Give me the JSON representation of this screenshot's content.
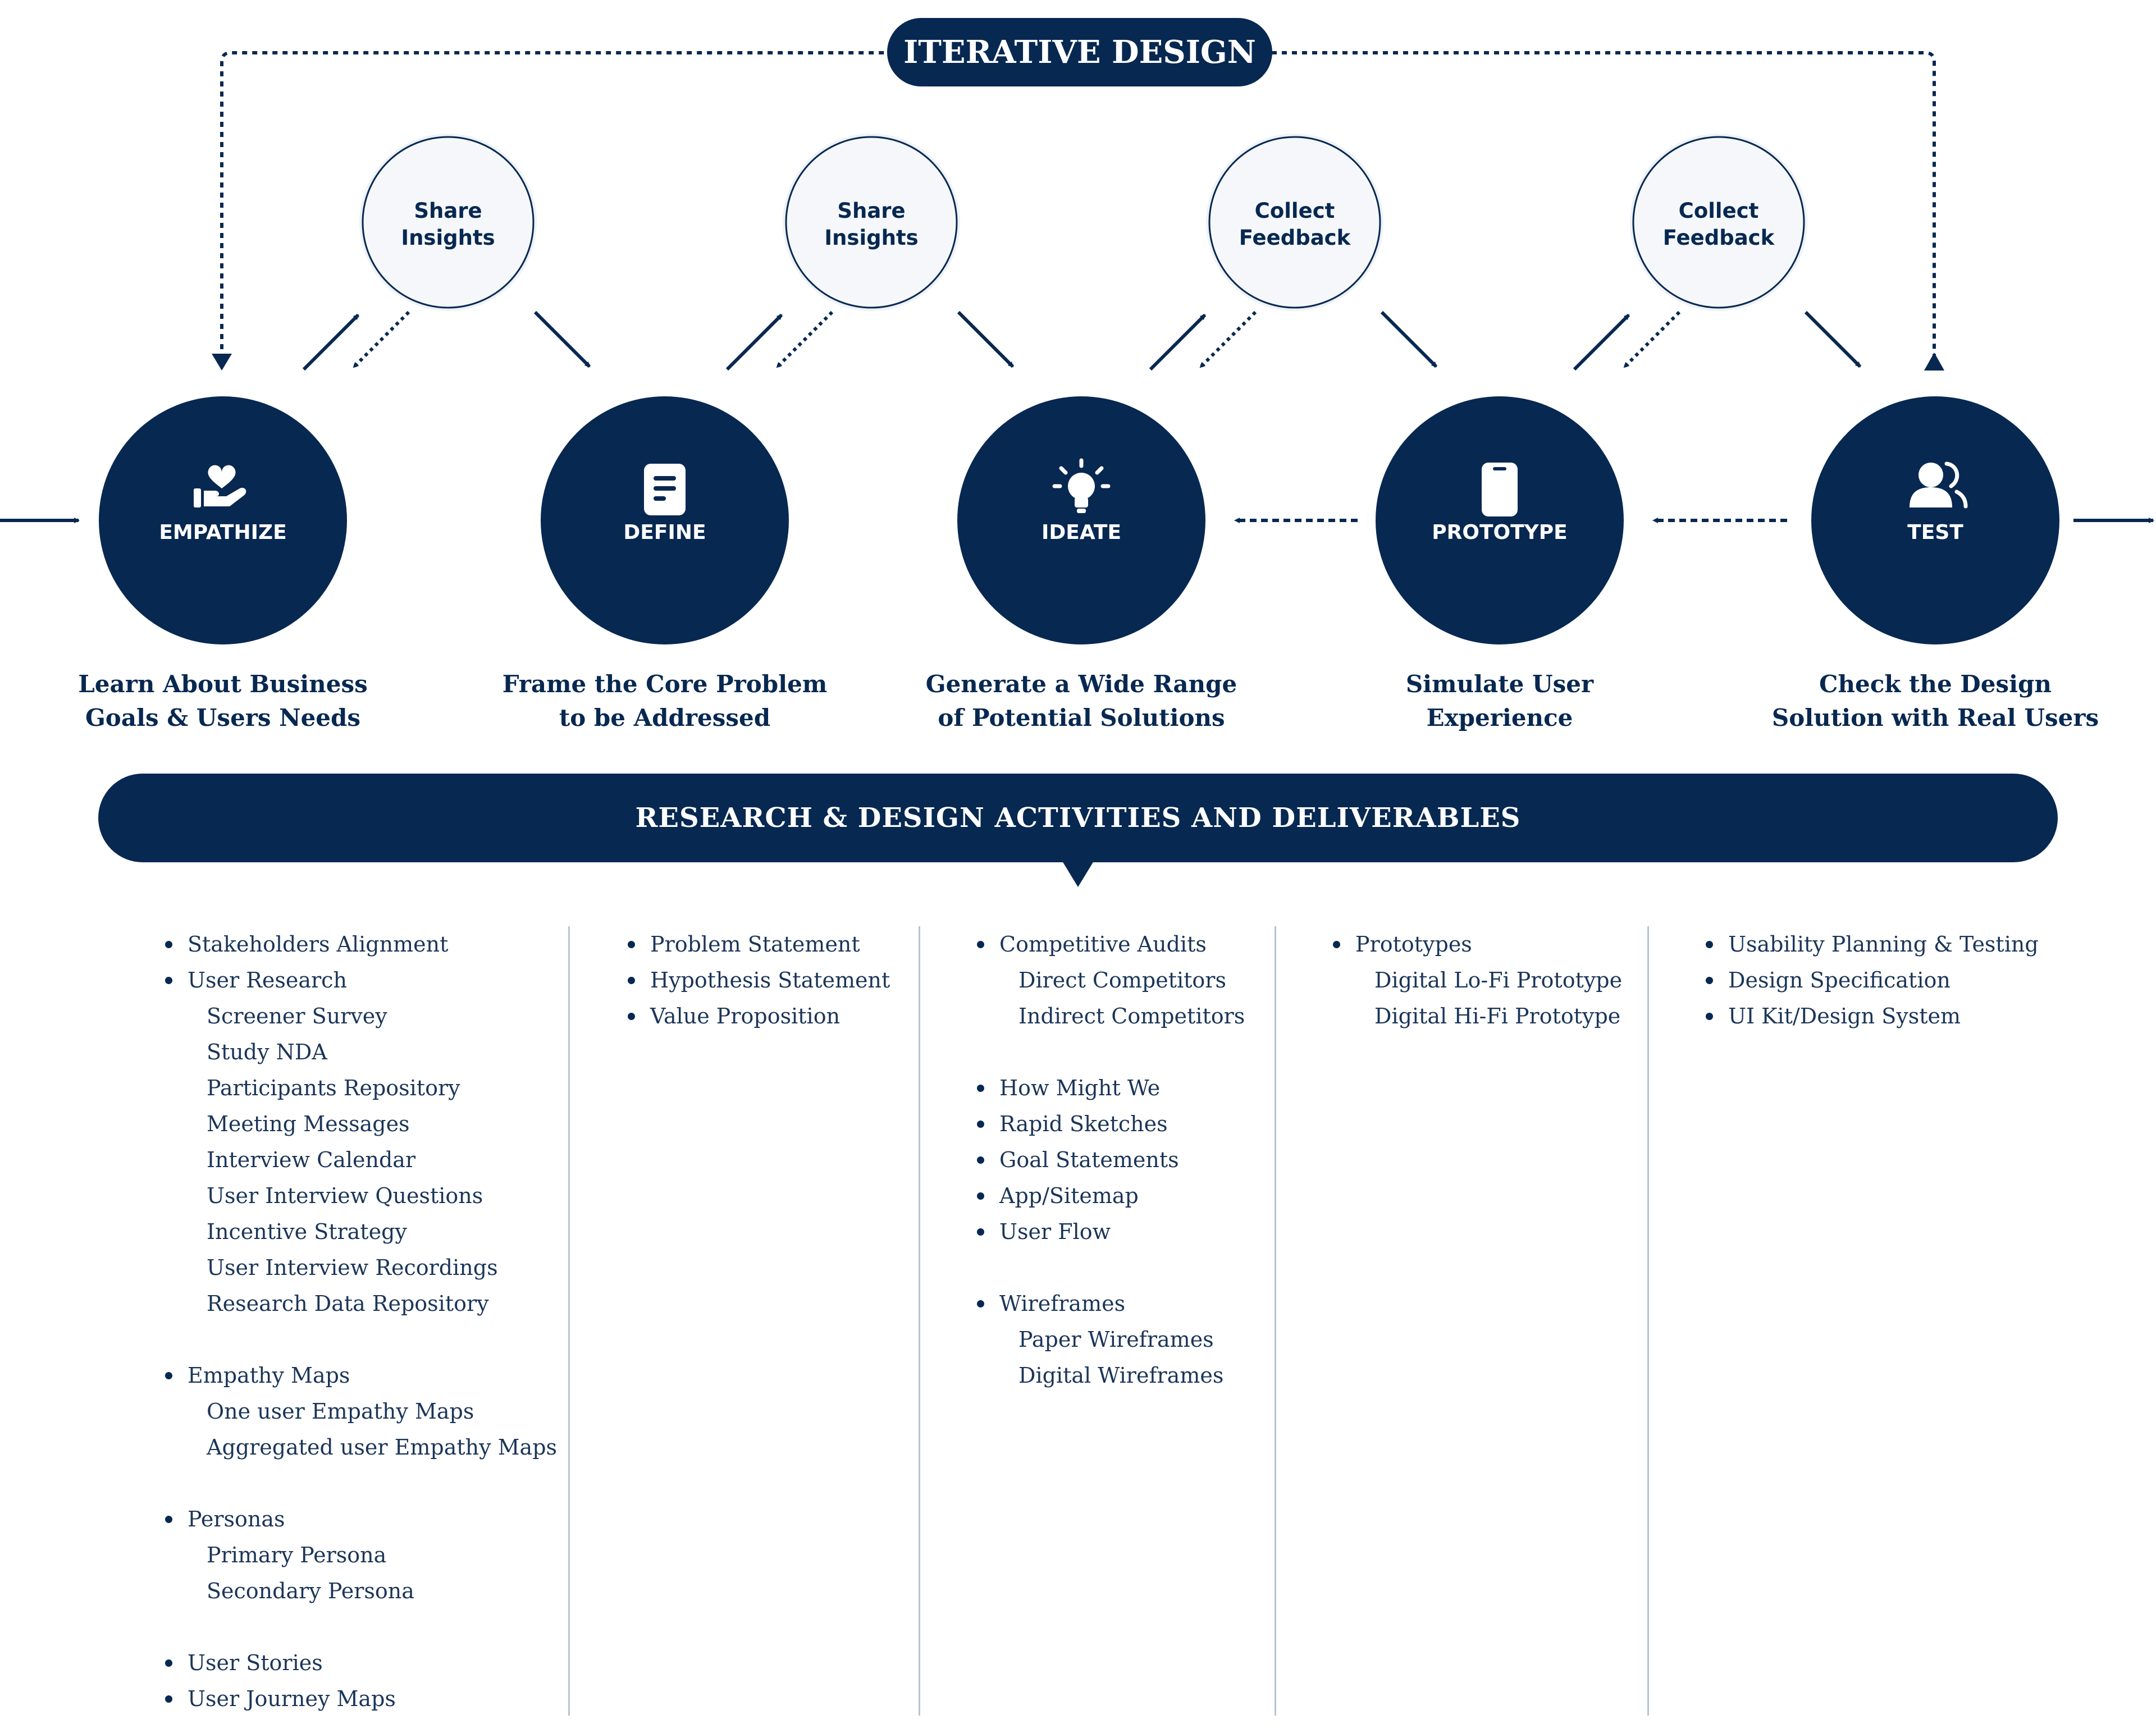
{
  "iterative_label": "ITERATIVE DESIGN",
  "stages": [
    {
      "name": "EMPATHIZE",
      "icon": "heart-in-hand-icon",
      "desc": [
        "Learn About Business",
        "Goals & Users Needs"
      ]
    },
    {
      "name": "DEFINE",
      "icon": "document-icon",
      "desc": [
        "Frame the Core Problem",
        "to be Addressed"
      ]
    },
    {
      "name": "IDEATE",
      "icon": "lightbulb-icon",
      "desc": [
        "Generate a Wide Range",
        "of Potential Solutions"
      ]
    },
    {
      "name": "PROTOTYPE",
      "icon": "smartphone-icon",
      "desc": [
        "Simulate User",
        "Experience"
      ]
    },
    {
      "name": "TEST",
      "icon": "users-icon",
      "desc": [
        "Check the Design",
        "Solution with Real Users"
      ]
    }
  ],
  "feedback_nodes": [
    {
      "lines": [
        "Share",
        "Insights"
      ]
    },
    {
      "lines": [
        "Share",
        "Insights"
      ]
    },
    {
      "lines": [
        "Collect",
        "Feedback"
      ]
    },
    {
      "lines": [
        "Collect",
        "Feedback"
      ]
    }
  ],
  "banner": "RESEARCH & DESIGN ACTIVITIES AND DELIVERABLES",
  "columns": [
    {
      "items": [
        {
          "text": "Stakeholders Alignment",
          "type": "bullet"
        },
        {
          "text": "User Research",
          "type": "bullet"
        },
        {
          "text": "Screener Survey",
          "type": "sub"
        },
        {
          "text": "Study NDA",
          "type": "sub"
        },
        {
          "text": "Participants Repository",
          "type": "sub"
        },
        {
          "text": "Meeting Messages",
          "type": "sub"
        },
        {
          "text": "Interview Calendar",
          "type": "sub"
        },
        {
          "text": "User Interview Questions",
          "type": "sub"
        },
        {
          "text": "Incentive Strategy",
          "type": "sub"
        },
        {
          "text": "User Interview Recordings",
          "type": "sub"
        },
        {
          "text": "Research Data Repository",
          "type": "sub"
        },
        {
          "text": "Empathy Maps",
          "type": "bullet",
          "gap": true
        },
        {
          "text": "One user Empathy Maps",
          "type": "sub"
        },
        {
          "text": "Aggregated user Empathy Maps",
          "type": "sub"
        },
        {
          "text": "Personas",
          "type": "bullet",
          "gap": true
        },
        {
          "text": "Primary Persona",
          "type": "sub"
        },
        {
          "text": "Secondary Persona",
          "type": "sub"
        },
        {
          "text": "User Stories",
          "type": "bullet",
          "gap": true
        },
        {
          "text": "User Journey Maps",
          "type": "bullet"
        }
      ]
    },
    {
      "items": [
        {
          "text": "Problem Statement",
          "type": "bullet"
        },
        {
          "text": "Hypothesis Statement",
          "type": "bullet"
        },
        {
          "text": "Value Proposition",
          "type": "bullet"
        }
      ]
    },
    {
      "items": [
        {
          "text": "Competitive Audits",
          "type": "bullet"
        },
        {
          "text": "Direct Competitors",
          "type": "sub"
        },
        {
          "text": "Indirect Competitors",
          "type": "sub"
        },
        {
          "text": "How Might We",
          "type": "bullet",
          "gap": true
        },
        {
          "text": "Rapid Sketches",
          "type": "bullet"
        },
        {
          "text": "Goal Statements",
          "type": "bullet"
        },
        {
          "text": "App/Sitemap",
          "type": "bullet"
        },
        {
          "text": "User Flow",
          "type": "bullet"
        },
        {
          "text": "Wireframes",
          "type": "bullet",
          "gap": true
        },
        {
          "text": "Paper Wireframes",
          "type": "sub"
        },
        {
          "text": "Digital Wireframes",
          "type": "sub"
        }
      ]
    },
    {
      "items": [
        {
          "text": "Prototypes",
          "type": "bullet"
        },
        {
          "text": "Digital Lo-Fi Prototype",
          "type": "sub"
        },
        {
          "text": "Digital Hi-Fi Prototype",
          "type": "sub"
        }
      ]
    },
    {
      "items": [
        {
          "text": "Usability Planning & Testing",
          "type": "bullet"
        },
        {
          "text": "Design Specification",
          "type": "bullet"
        },
        {
          "text": "UI Kit/Design System",
          "type": "bullet"
        }
      ]
    }
  ],
  "colors": {
    "primary": "#072851",
    "node_fill": "#f5f7fa",
    "divider": "#b5c4d6"
  }
}
